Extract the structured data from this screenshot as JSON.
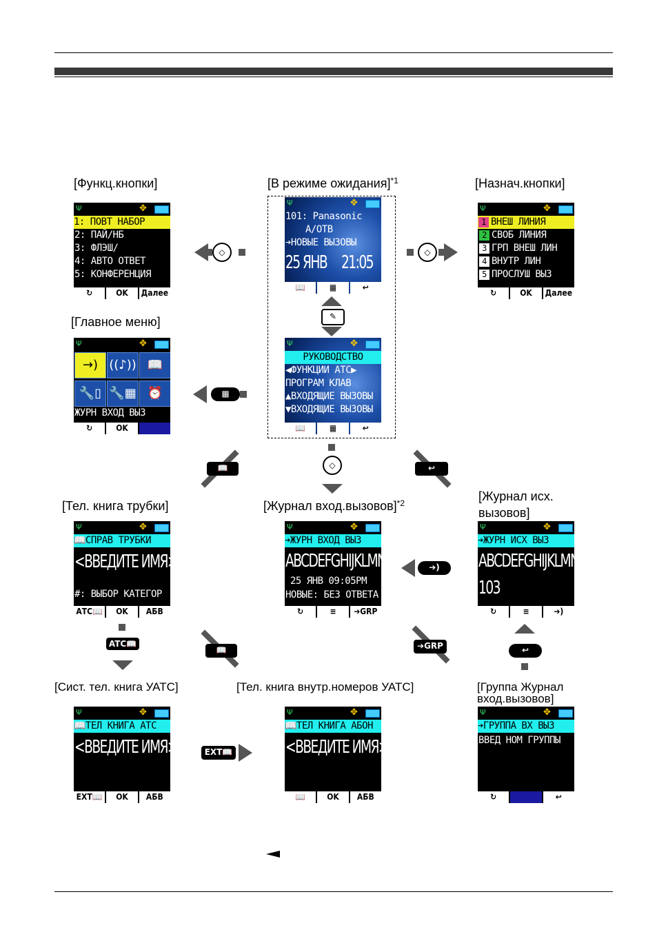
{
  "captions": {
    "func_keys": "[Функц.кнопки]",
    "standby": "[В режиме ожидания]",
    "standby_note": "*1",
    "assign_keys": "[Назнач.кнопки]",
    "main_menu": "[Главное меню]",
    "phonebook": "[Тел. книга трубки]",
    "incoming_log": "[Журнал вход.вызовов]",
    "incoming_note": "*2",
    "outgoing_log_1": "[Журнал исх.",
    "outgoing_log_2": "вызовов]",
    "pbx_phonebook": "[Сист. тел. книга УАТС]",
    "ext_phonebook": "[Тел. книга внутр.номеров УАТС]",
    "group_log_1": "[Группа Журнал",
    "group_log_2": "вход.вызовов]"
  },
  "screens": {
    "func": {
      "lines": [
        "1: ПОВТ НАБОР",
        "2: ПАЙ/НБ",
        "3: ФЛЭШ/",
        "4: АВТО ОТВЕТ",
        "5: КОНФЕРЕНЦИЯ"
      ],
      "soft": [
        "↻",
        "OK",
        "Далее"
      ]
    },
    "standby": {
      "line1": "101: Panasonic",
      "line2": "A/OTB",
      "line3": "➔НОВЫЕ ВЫЗОВЫ",
      "date": "25 ЯНВ",
      "time": "21:05",
      "soft": [
        "📖",
        "▦",
        "↩"
      ]
    },
    "assign": {
      "items": [
        {
          "num": "1",
          "label": "ВНЕШ ЛИНИЯ",
          "color": "#e0408a"
        },
        {
          "num": "2",
          "label": "СВОБ ЛИНИЯ",
          "color": "#30c040"
        },
        {
          "num": "3",
          "label": "ГРП ВНЕШ ЛИН",
          "color": "#ffffff"
        },
        {
          "num": "4",
          "label": "ВНУТР ЛИН",
          "color": "#ffffff"
        },
        {
          "num": "5",
          "label": "ПРОСЛУШ ВЫЗ",
          "color": "#ffffff"
        }
      ],
      "soft": [
        "↻",
        "OK",
        "Далее"
      ]
    },
    "guide": {
      "title": "РУКОВОДСТВО",
      "lines": [
        "◀ФУНКЦИИ АТС▶",
        "ПРОГРАМ КЛАВ",
        "▲ВХОДЯЩИЕ ВЫЗОВЫ",
        "▼ВХОДЯЩИЕ ВЫЗОВЫ"
      ],
      "soft": [
        "📖",
        "▦",
        "↩"
      ]
    },
    "menu": {
      "icons": [
        "→)",
        "((♪))",
        "📖",
        "🔧▯",
        "🔧▦",
        "⏰"
      ],
      "label": "ЖУРН ВХОД ВЫЗ",
      "soft": [
        "↻",
        "OK"
      ]
    },
    "phonebook": {
      "title": "📖СПРАВ ТРУБКИ",
      "big": "<ВВЕДИТЕ ИМЯ>",
      "line": "#: ВЫБОР КАТЕГОР",
      "soft": [
        "АТС📖",
        "OK",
        "АБВ"
      ]
    },
    "incoming": {
      "title": "➔ЖУРН ВХОД ВЫЗ",
      "big": "ABCDEFGHIJKLMNOP",
      "line1": "25 ЯНВ  09:05PM",
      "line2": "НОВЫЕ: БЕЗ ОТВЕТА",
      "soft": [
        "↻",
        "≡",
        "➔GRP"
      ]
    },
    "outgoing": {
      "title": "➔ЖУРН ИСХ ВЫЗ",
      "big": "ABCDEFGHIJKLMNOP",
      "big2": "103",
      "soft": [
        "↻",
        "≡",
        "➔)"
      ]
    },
    "pbx": {
      "title": "📖ТЕЛ КНИГА АТС",
      "big": "<ВВЕДИТЕ ИМЯ>",
      "soft": [
        "EXT📖",
        "OK",
        "АБВ"
      ]
    },
    "ext": {
      "title": "📖ТЕЛ КНИГА АБОН",
      "big": "<ВВЕДИТЕ ИМЯ>",
      "soft": [
        "📖",
        "OK",
        "АБВ"
      ]
    },
    "group": {
      "title": "➔ГРУППА ВХ ВЫЗ",
      "line": "ВВЕД НОМ ГРУППЫ",
      "soft": [
        "↻",
        "",
        "↩"
      ]
    }
  },
  "keys": {
    "nav": "◇",
    "menu": "▦",
    "book": "📖",
    "redial": "➔)",
    "back": "↩",
    "atc": "ATC📖",
    "ext": "EXT📖",
    "grp": "➔GRP",
    "soft_edit": "✎"
  }
}
